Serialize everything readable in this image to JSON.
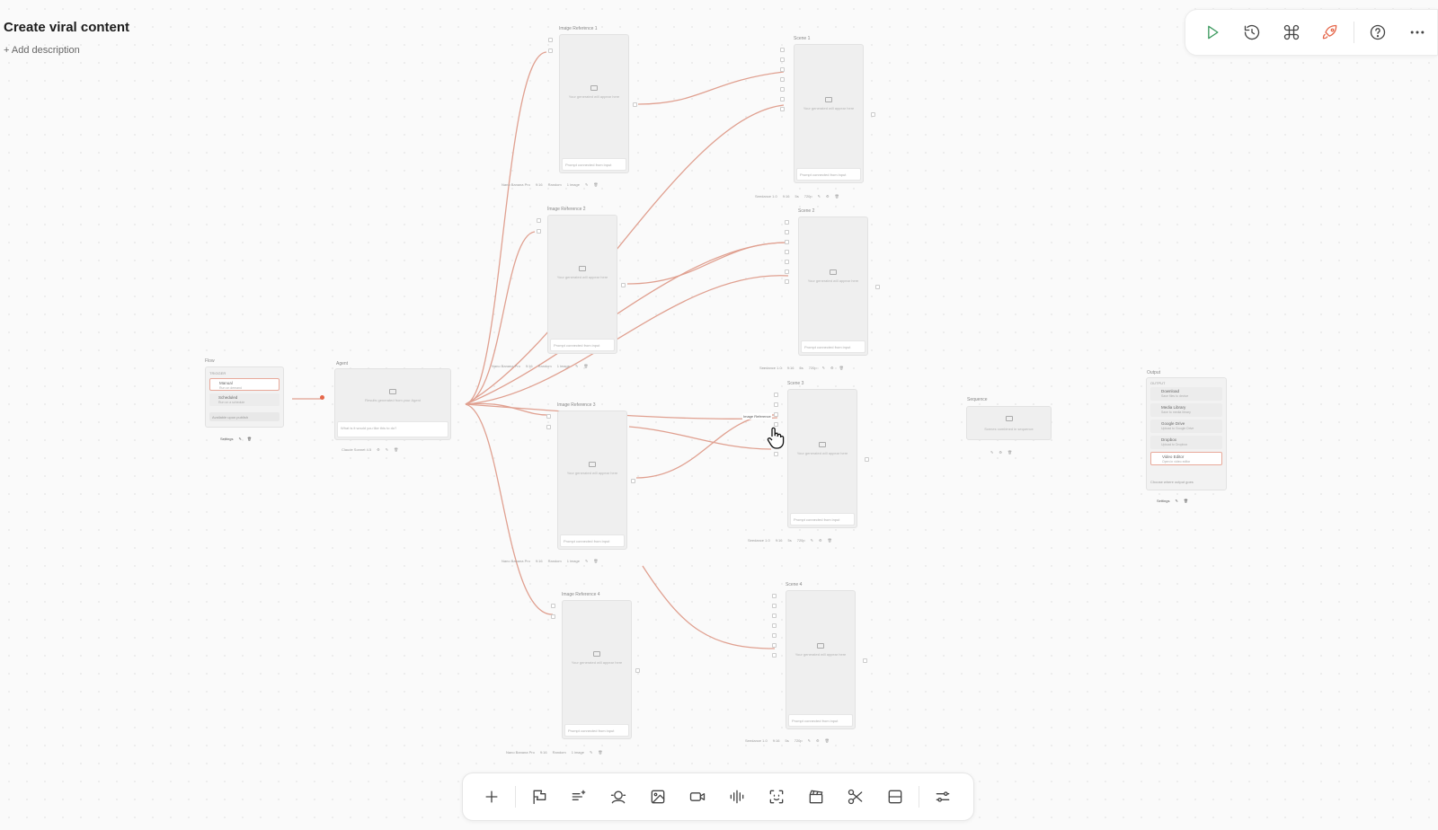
{
  "workflow": {
    "title": "Create viral content",
    "add_description": "+ Add description"
  },
  "top_toolbar": {
    "buttons": [
      {
        "name": "run-button",
        "icon": "play-icon",
        "color": "#3c9a5f"
      },
      {
        "name": "history-button",
        "icon": "history-icon",
        "color": "#444444"
      },
      {
        "name": "shortcuts-button",
        "icon": "command-icon",
        "color": "#444444"
      },
      {
        "name": "deploy-button",
        "icon": "rocket-icon",
        "color": "#e5674a"
      },
      {
        "name": "help-button",
        "icon": "help-circle-icon",
        "color": "#444444"
      },
      {
        "name": "more-button",
        "icon": "more-horizontal-icon",
        "color": "#444444"
      }
    ]
  },
  "bottom_toolbar": {
    "buttons": [
      "add-icon",
      "flag-icon",
      "text-sparkle-icon",
      "agent-icon",
      "image-icon",
      "video-icon",
      "audio-wave-icon",
      "face-scan-icon",
      "clapperboard-icon",
      "scissors-icon",
      "layout-icon",
      "settings-sliders-icon"
    ]
  },
  "nodes": {
    "flow": {
      "label": "Flow",
      "section": "TRIGGER",
      "options": [
        {
          "title": "Manual",
          "sub": "Run on demand",
          "selected": true
        },
        {
          "title": "Scheduled",
          "sub": "Run on a schedule",
          "selected": false
        }
      ],
      "footer": "Available upon publish",
      "settings": "Settings"
    },
    "agent": {
      "label": "Agent",
      "placeholder": "Results generated from your Agent",
      "prompt": "What is it would you like this to do?",
      "model": "Claude Sonnet 4.5"
    },
    "image_refs": [
      {
        "label": "Image Reference 1",
        "placeholder": "Your generated will appear here",
        "prompt": "Prompt connected from input",
        "model": "Nano Banana Pro",
        "ratio": "9:16",
        "seed": "Random",
        "count": "1 image"
      },
      {
        "label": "Image Reference 2",
        "placeholder": "Your generated will appear here",
        "prompt": "Prompt connected from input",
        "model": "Nano Banana Pro",
        "ratio": "9:16",
        "seed": "Random",
        "count": "1 image"
      },
      {
        "label": "Image Reference 3",
        "placeholder": "Your generated will appear here",
        "prompt": "Prompt connected from input",
        "model": "Nano Banana Pro",
        "ratio": "9:16",
        "seed": "Random",
        "count": "1 image"
      },
      {
        "label": "Image Reference 4",
        "placeholder": "Your generated will appear here",
        "prompt": "Prompt connected from input",
        "model": "Nano Banana Pro",
        "ratio": "9:16",
        "seed": "Random",
        "count": "1 image"
      }
    ],
    "scenes": [
      {
        "label": "Scene 1",
        "placeholder": "Your generated will appear here",
        "prompt": "Prompt connected from input",
        "model": "Seedance 1.0",
        "ratio": "9:16",
        "dur": "5s",
        "res": "720p"
      },
      {
        "label": "Scene 2",
        "placeholder": "Your generated will appear here",
        "prompt": "Prompt connected from input",
        "model": "Seedance 1.0",
        "ratio": "9:16",
        "dur": "5s",
        "res": "720p"
      },
      {
        "label": "Scene 3",
        "placeholder": "Your generated will appear here",
        "prompt": "Prompt connected from input",
        "model": "Seedance 1.0",
        "ratio": "9:16",
        "dur": "5s",
        "res": "720p"
      },
      {
        "label": "Scene 4",
        "placeholder": "Your generated will appear here",
        "prompt": "Prompt connected from input",
        "model": "Seedance 1.0",
        "ratio": "9:16",
        "dur": "5s",
        "res": "720p"
      }
    ],
    "scene3_tooltip": "Image Reference",
    "sequence": {
      "label": "Sequence",
      "placeholder": "Scenes combined in sequence"
    },
    "output": {
      "label": "Output",
      "section": "OUTPUT",
      "options": [
        {
          "title": "Download",
          "sub": "Save files to device"
        },
        {
          "title": "Media Library",
          "sub": "Save to media library"
        },
        {
          "title": "Google Drive",
          "sub": "Upload to Google Drive"
        },
        {
          "title": "Dropbox",
          "sub": "Upload to Dropbox"
        },
        {
          "title": "Video Editor",
          "sub": "Open in video editor",
          "selected": true
        }
      ],
      "footer": "Choose where output goes",
      "settings": "Settings"
    }
  },
  "colors": {
    "wire": "#e0a090",
    "accent": "#e5674a",
    "play": "#3c9a5f"
  }
}
